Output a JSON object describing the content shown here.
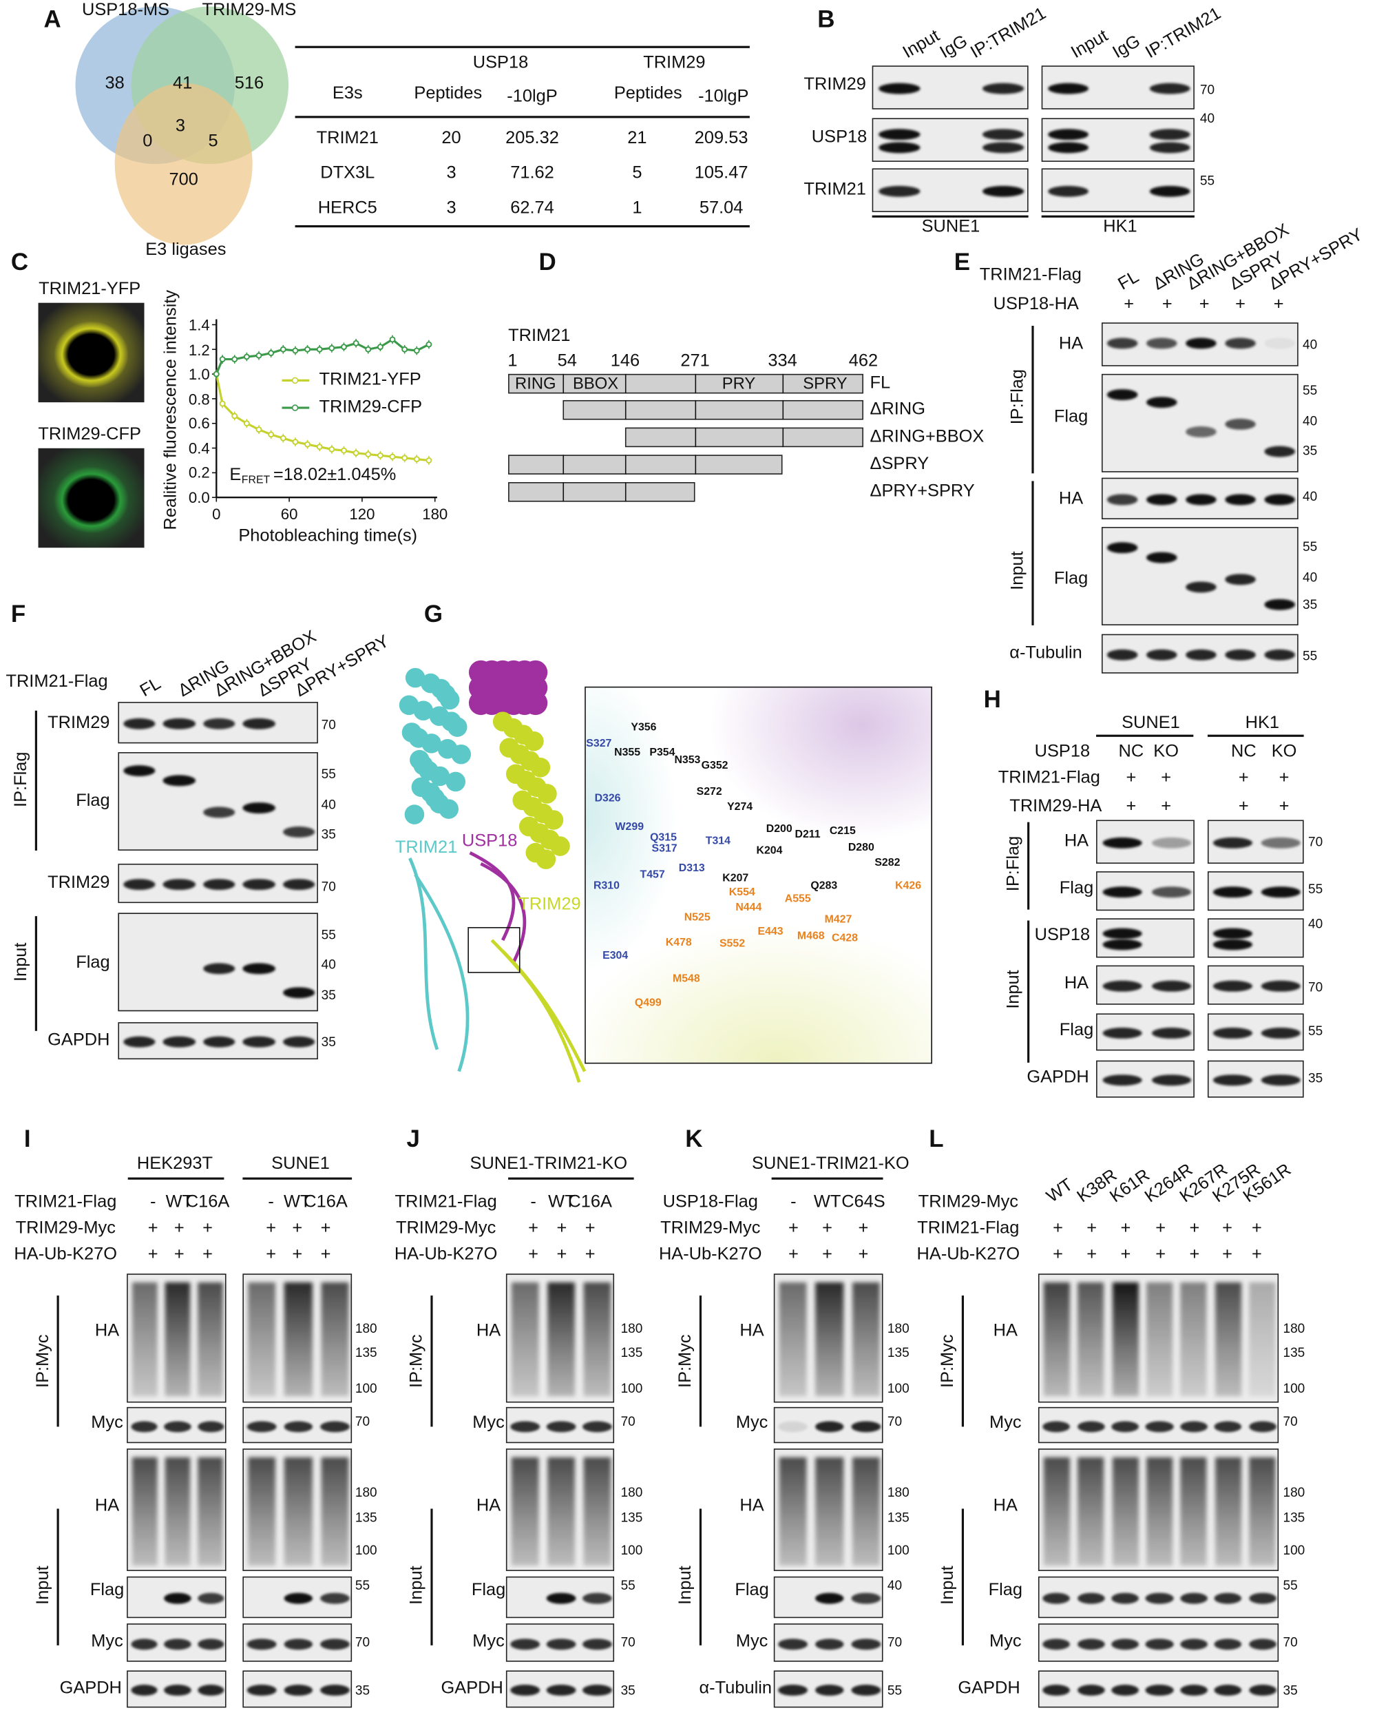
{
  "panel_labels": [
    "A",
    "B",
    "C",
    "D",
    "E",
    "F",
    "G",
    "H",
    "I",
    "J",
    "K",
    "L"
  ],
  "A": {
    "venn": {
      "set_labels": [
        "USP18-MS",
        "TRIM29-MS",
        "E3 ligases"
      ],
      "counts": [
        "38",
        "41",
        "516",
        "3",
        "0",
        "5",
        "700"
      ],
      "colors": {
        "usp18": "#9dbedf",
        "trim29": "#a3d2a3",
        "e3": "#eec486"
      }
    },
    "table": {
      "group_headers": [
        "USP18",
        "TRIM29"
      ],
      "col_headers": [
        "E3s",
        "Peptides",
        "-10lgP",
        "Peptides",
        "-10lgP"
      ],
      "rows": [
        [
          "TRIM21",
          "20",
          "205.32",
          "21",
          "209.53"
        ],
        [
          "DTX3L",
          "3",
          "71.62",
          "5",
          "105.47"
        ],
        [
          "HERC5",
          "3",
          "62.74",
          "1",
          "57.04"
        ]
      ]
    }
  },
  "B": {
    "lanes": [
      "Input",
      "IgG",
      "IP:TRIM21"
    ],
    "rows": [
      "TRIM29",
      "USP18",
      "TRIM21"
    ],
    "markers": [
      "70",
      "40",
      "55"
    ],
    "cells": [
      "SUNE1",
      "HK1"
    ]
  },
  "C": {
    "images": [
      "TRIM21-YFP",
      "TRIM29-CFP"
    ],
    "chart_data": {
      "type": "line",
      "xlabel": "Photobleaching time(s)",
      "ylabel": "Realitive fluorescence intensity",
      "xlim": [
        0,
        180
      ],
      "ylim": [
        0,
        1.4
      ],
      "xticks": [
        "0",
        "60",
        "120",
        "180"
      ],
      "yticks": [
        "0.0",
        "0.2",
        "0.4",
        "0.6",
        "0.8",
        "1.0",
        "1.2",
        "1.4"
      ],
      "grid": false,
      "legend": "center-right",
      "annotation": {
        "main": "E",
        "sub": "FRET",
        "text": "=18.02±1.045%"
      },
      "series": [
        {
          "name": "TRIM21-YFP",
          "color": "#c5d22e",
          "x": [
            0,
            5,
            15,
            25,
            35,
            45,
            55,
            65,
            75,
            85,
            95,
            105,
            115,
            125,
            135,
            145,
            155,
            165,
            175
          ],
          "y": [
            1.0,
            0.76,
            0.66,
            0.6,
            0.55,
            0.51,
            0.48,
            0.45,
            0.43,
            0.41,
            0.39,
            0.38,
            0.36,
            0.35,
            0.34,
            0.33,
            0.32,
            0.31,
            0.3
          ]
        },
        {
          "name": "TRIM29-CFP",
          "color": "#3a9a4a",
          "x": [
            0,
            5,
            15,
            25,
            35,
            45,
            55,
            65,
            75,
            85,
            95,
            105,
            115,
            125,
            135,
            145,
            155,
            165,
            175
          ],
          "y": [
            1.0,
            1.12,
            1.12,
            1.14,
            1.15,
            1.17,
            1.2,
            1.19,
            1.2,
            1.2,
            1.21,
            1.22,
            1.25,
            1.2,
            1.22,
            1.28,
            1.2,
            1.19,
            1.24
          ]
        }
      ]
    }
  },
  "D": {
    "title": "TRIM21",
    "positions": [
      "1",
      "54",
      "146",
      "271",
      "334",
      "462"
    ],
    "domains": [
      "RING",
      "BBOX",
      "PRY",
      "SPRY"
    ],
    "constructs": [
      "FL",
      "ΔRING",
      "ΔRING+BBOX",
      "ΔSPRY",
      "ΔPRY+SPRY"
    ]
  },
  "E": {
    "rows": [
      "TRIM21-Flag",
      "USP18-HA"
    ],
    "lanes": [
      "FL",
      "ΔRING",
      "ΔRING+BBOX",
      "ΔSPRY",
      "ΔPRY+SPRY"
    ],
    "plus": "+",
    "groups": [
      "IP:Flag",
      "Input"
    ],
    "blots": [
      "HA",
      "Flag",
      "HA",
      "Flag",
      "α-Tubulin"
    ],
    "markers": [
      "40",
      "55",
      "40",
      "35",
      "40",
      "55",
      "40",
      "35",
      "55"
    ]
  },
  "F": {
    "row": "TRIM21-Flag",
    "lanes": [
      "FL",
      "ΔRING",
      "ΔRING+BBOX",
      "ΔSPRY",
      "ΔPRY+SPRY"
    ],
    "groups": [
      "IP:Flag",
      "Input"
    ],
    "blots": [
      "TRIM29",
      "Flag",
      "TRIM29",
      "Flag",
      "GAPDH"
    ],
    "markers": [
      "70",
      "55",
      "40",
      "35",
      "70",
      "55",
      "40",
      "35",
      "35"
    ]
  },
  "G": {
    "legend": [
      "TRIM21",
      "USP18",
      "TRIM29"
    ],
    "colors": {
      "trim21": "#5cc8c8",
      "usp18": "#a030a0",
      "trim29": "#c8d828"
    },
    "residues_trim21": [
      "S327",
      "D326",
      "W299",
      "Q315",
      "S317",
      "T314",
      "D313",
      "T457",
      "R310",
      "E304"
    ],
    "residues_usp18": [
      "Y356",
      "N355",
      "P354",
      "N353",
      "G352",
      "S272",
      "Y274",
      "D200",
      "D211",
      "C215",
      "K204",
      "D280",
      "S282",
      "K207",
      "Q283"
    ],
    "residues_trim29": [
      "K426",
      "K554",
      "A555",
      "N444",
      "N525",
      "M427",
      "E443",
      "M468",
      "C428",
      "K478",
      "S552",
      "M548",
      "Q499"
    ]
  },
  "H": {
    "cells": [
      "SUNE1",
      "HK1"
    ],
    "rows": [
      "USP18",
      "TRIM21-Flag",
      "TRIM29-HA"
    ],
    "usp18_values": [
      "NC",
      "KO",
      "NC",
      "KO"
    ],
    "plus": "+",
    "groups": [
      "IP:Flag",
      "Input"
    ],
    "blots": [
      "HA",
      "Flag",
      "USP18",
      "HA",
      "Flag",
      "GAPDH"
    ],
    "markers": [
      "70",
      "55",
      "40",
      "70",
      "55",
      "35"
    ]
  },
  "I": {
    "cells": [
      "HEK293T",
      "SUNE1"
    ],
    "rows": [
      "TRIM21-Flag",
      "TRIM29-Myc",
      "HA-Ub-K27O"
    ],
    "lane_values": [
      "-",
      "WT",
      "C16A"
    ],
    "plus": "+",
    "groups": [
      "IP:Myc",
      "Input"
    ],
    "blots": [
      "HA",
      "Myc",
      "HA",
      "Flag",
      "Myc",
      "GAPDH"
    ],
    "markers": [
      "180",
      "135",
      "100",
      "70",
      "180",
      "135",
      "100",
      "55",
      "70",
      "35"
    ]
  },
  "J": {
    "cell": "SUNE1-TRIM21-KO",
    "rows": [
      "TRIM21-Flag",
      "TRIM29-Myc",
      "HA-Ub-K27O"
    ],
    "lane_values": [
      "-",
      "WT",
      "C16A"
    ],
    "plus": "+",
    "groups": [
      "IP:Myc",
      "Input"
    ],
    "blots": [
      "HA",
      "Myc",
      "HA",
      "Flag",
      "Myc",
      "GAPDH"
    ],
    "markers": [
      "180",
      "135",
      "100",
      "70",
      "180",
      "135",
      "100",
      "55",
      "70",
      "35"
    ]
  },
  "K": {
    "cell": "SUNE1-TRIM21-KO",
    "rows": [
      "USP18-Flag",
      "TRIM29-Myc",
      "HA-Ub-K27O"
    ],
    "lane_values": [
      "-",
      "WT",
      "C64S"
    ],
    "plus": "+",
    "groups": [
      "IP:Myc",
      "Input"
    ],
    "blots": [
      "HA",
      "Myc",
      "HA",
      "Flag",
      "Myc",
      "α-Tubulin"
    ],
    "markers": [
      "180",
      "135",
      "100",
      "70",
      "180",
      "135",
      "100",
      "40",
      "70",
      "55"
    ]
  },
  "L": {
    "rows": [
      "TRIM29-Myc",
      "TRIM21-Flag",
      "HA-Ub-K27O"
    ],
    "lanes": [
      "WT",
      "K38R",
      "K61R",
      "K264R",
      "K267R",
      "K275R",
      "K561R"
    ],
    "plus": "+",
    "groups": [
      "IP:Myc",
      "Input"
    ],
    "blots": [
      "HA",
      "Myc",
      "HA",
      "Flag",
      "Myc",
      "GAPDH"
    ],
    "markers": [
      "180",
      "135",
      "100",
      "70",
      "180",
      "135",
      "100",
      "55",
      "70",
      "35"
    ]
  }
}
